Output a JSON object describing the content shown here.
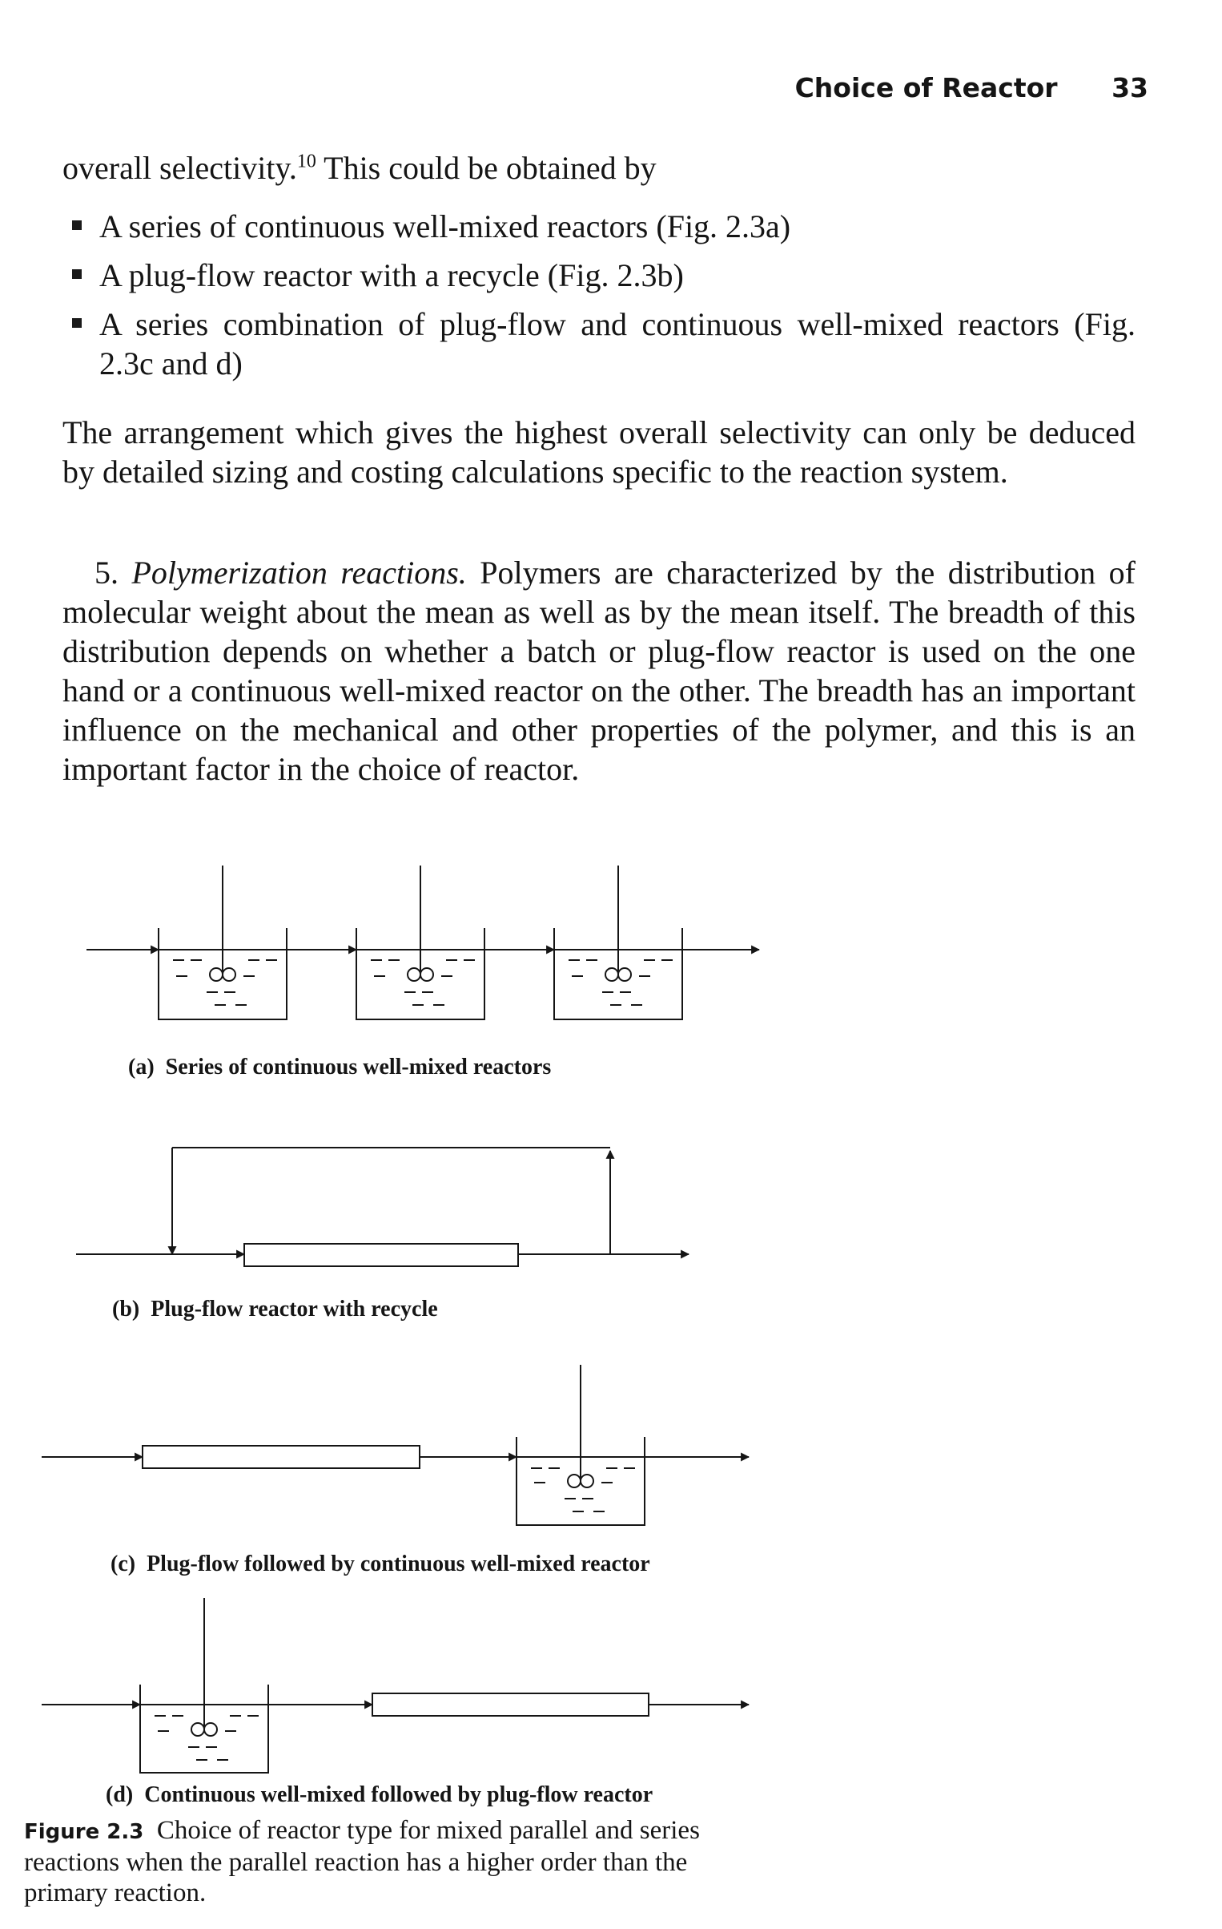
{
  "header": {
    "section": "Choice of Reactor",
    "page_number": "33"
  },
  "intro": {
    "text": "overall selectivity.",
    "ref": "10",
    "text_after": " This could be obtained by"
  },
  "bullets": [
    "A series of continuous well-mixed reactors (Fig. 2.3a)",
    "A plug-flow reactor with a recycle (Fig. 2.3b)",
    "A series combination of plug-flow and continuous well-mixed reactors (Fig. 2.3c and d)"
  ],
  "paragraph_arrangement": "The arrangement which gives the highest overall selectivity can only be deduced by detailed sizing and costing calculations specific to the reaction system.",
  "paragraph_polymer": {
    "number": "5.",
    "title": "Polymerization reactions.",
    "text": " Polymers are characterized by the distribution of molecular weight about the mean as well as by the mean itself. The breadth of this distribution depends on whether a batch or plug-flow reactor is used on the one hand or a continuous well-mixed reactor on the other. The breadth has an important influence on the mechanical and other properties of the polymer, and this is an important factor in the choice of reactor."
  },
  "figure": {
    "panels": [
      {
        "label": "(a)",
        "caption": "Series of continuous well-mixed reactors"
      },
      {
        "label": "(b)",
        "caption": "Plug-flow reactor with recycle"
      },
      {
        "label": "(c)",
        "caption": "Plug-flow followed by continuous well-mixed reactor"
      },
      {
        "label": "(d)",
        "caption": "Continuous well-mixed followed by plug-flow reactor"
      }
    ],
    "caption_label": "Figure 2.3",
    "caption_text": "Choice of reactor type for mixed parallel and series reactions when the parallel reaction has a higher order than the primary reaction."
  }
}
